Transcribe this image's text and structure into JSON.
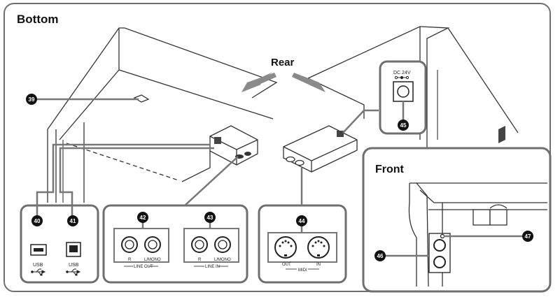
{
  "labels": {
    "bottom": "Bottom",
    "rear": "Rear",
    "front": "Front"
  },
  "callouts": {
    "c39": "39",
    "c40": "40",
    "c41": "41",
    "c42": "42",
    "c43": "43",
    "c44": "44",
    "c45": "45",
    "c46": "46",
    "c47": "47"
  },
  "jacks": {
    "usb_a": "USB",
    "usb_b": "USB",
    "line_out_r": "R",
    "line_out_l": "L/MONO",
    "line_out": "LINE OUT",
    "line_in_r": "R",
    "line_in_l": "L/MONO",
    "line_in": "LINE IN",
    "midi_out": "OUT",
    "midi_in": "IN",
    "midi": "MIDI",
    "dc": "DC 24V"
  },
  "colors": {
    "callout_fill": "#111111",
    "connector_line": "#777777",
    "panel_border": "#6f6f6f",
    "arrow_fill": "#8a8a8a"
  }
}
